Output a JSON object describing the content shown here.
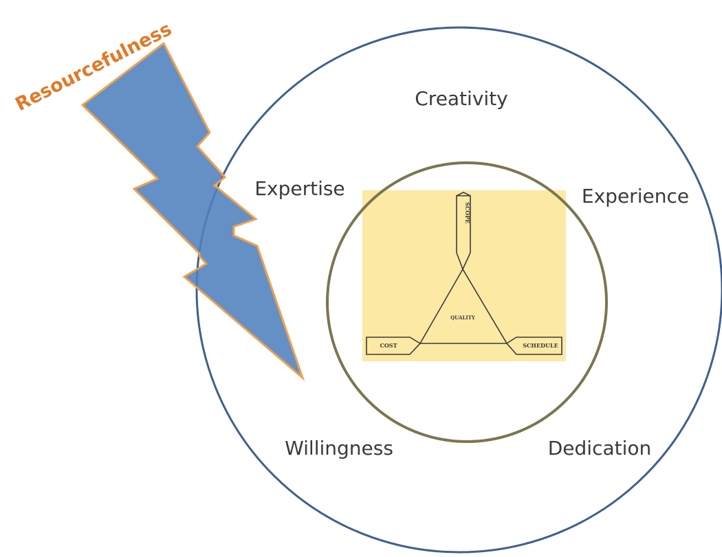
{
  "diagram": {
    "bolt_label": "Resourcefulness",
    "outer_labels": {
      "top": "Creativity",
      "upper_left": "Expertise",
      "upper_right": "Experience",
      "lower_left": "Willingness",
      "lower_right": "Dedication"
    },
    "triangle": {
      "top": "SCOPE",
      "left": "COST",
      "right": "SCHEDULE",
      "center": "QUALITY"
    },
    "colors": {
      "outer_circle": "#3f5f8f",
      "inner_circle": "#7a7650",
      "square_fill": "#fce9a4",
      "bolt_fill": "#4f81bd",
      "bolt_stroke": "#f0a050",
      "bolt_text": "#e07a2a"
    }
  }
}
